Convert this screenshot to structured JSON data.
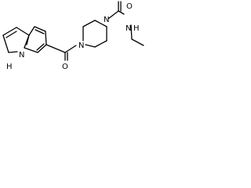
{
  "molecule": {
    "atoms": {
      "indole_nh": "H",
      "indole_n": "N",
      "carbonyl_o_amide": "O",
      "piperazine_n1": "N",
      "piperazine_n4": "N",
      "urea_o": "O",
      "urea_n": "N",
      "urea_h": "H"
    }
  }
}
